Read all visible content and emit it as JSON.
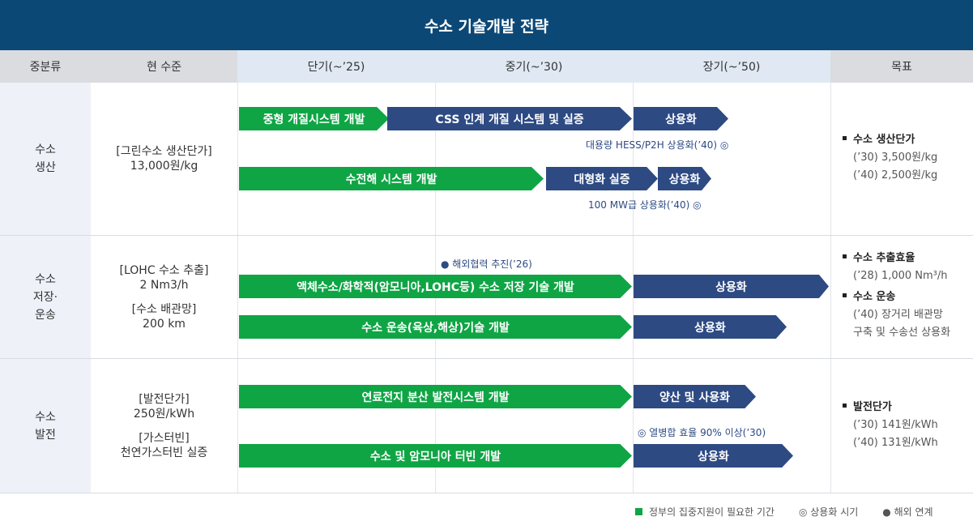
{
  "title": "수소 기술개발 전략",
  "headers": {
    "category": "중분류",
    "current": "현 수준",
    "short": "단기(~’25)",
    "mid": "중기(~’30)",
    "long": "장기(~’50)",
    "goal": "목표"
  },
  "rows": [
    {
      "category": [
        "수소",
        "생산"
      ],
      "level": [
        "[그린수소 생산단가]",
        "13,000원/kg"
      ],
      "bars": [
        {
          "label": "중형 개질시스템 개발",
          "color": "green"
        },
        {
          "label": "CSS 인계 개질 시스템 및 실증",
          "color": "navy"
        },
        {
          "label": "상용화",
          "color": "navy"
        },
        {
          "label": "수전해 시스템 개발",
          "color": "green"
        },
        {
          "label": "대형화 실증",
          "color": "navy"
        },
        {
          "label": "상용화",
          "color": "navy"
        }
      ],
      "notes": [
        "대용량 HESS/P2H 상용화(’40) ◎",
        "100 MW급 상용화(’40) ◎"
      ],
      "goals": [
        {
          "head": "수소 생산단가",
          "items": [
            "(’30) 3,500원/kg",
            "(’40) 2,500원/kg"
          ]
        }
      ]
    },
    {
      "category": [
        "수소",
        "저장·",
        "운송"
      ],
      "level": [
        "[LOHC 수소 추출]",
        "2 Nm3/h",
        "[수소 배관망]",
        "200 km"
      ],
      "bars": [
        {
          "label": "액체수소/화학적(암모니아,LOHC등) 수소 저장 기술 개발",
          "color": "green"
        },
        {
          "label": "상용화",
          "color": "navy"
        },
        {
          "label": "수소 운송(육상,해상)기술 개발",
          "color": "green"
        },
        {
          "label": "상용화",
          "color": "navy"
        }
      ],
      "notes": [
        "● 해외협력 추진(’26)"
      ],
      "goals": [
        {
          "head": "수소 추출효율",
          "items": [
            "(’28) 1,000 Nm³/h"
          ]
        },
        {
          "head": "수소 운송",
          "items": [
            "(’40) 장거리 배관망",
            "구축 및 수송선 상용화"
          ]
        }
      ]
    },
    {
      "category": [
        "수소",
        "발전"
      ],
      "level": [
        "[발전단가]",
        "250원/kWh",
        "[가스터빈]",
        "천연가스터빈 실증"
      ],
      "bars": [
        {
          "label": "연료전지 분산 발전시스템 개발",
          "color": "green"
        },
        {
          "label": "양산 및 사용화",
          "color": "navy"
        },
        {
          "label": "수소 및 암모니아 터빈 개발",
          "color": "green"
        },
        {
          "label": "상용화",
          "color": "navy"
        }
      ],
      "notes": [
        "◎ 열병합 효율 90% 이상(’30)"
      ],
      "goals": [
        {
          "head": "발전단가",
          "items": [
            "(’30) 141원/kWh",
            "(’40) 131원/kWh"
          ]
        }
      ]
    }
  ],
  "legend": {
    "govt": "정부의 집중지원이 필요한 기간",
    "commercial": "◎ 상용화 시기",
    "overseas": "● 해외 연계"
  },
  "colors": {
    "title_bg": "#0c4876",
    "green": "#0fa545",
    "navy": "#2d4a83"
  }
}
